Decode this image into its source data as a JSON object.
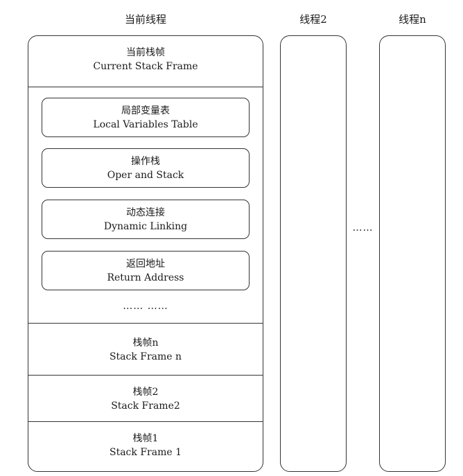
{
  "columns": {
    "current": {
      "title": "当前线程"
    },
    "thread2": {
      "title": "线程2"
    },
    "threadn": {
      "title": "线程n"
    }
  },
  "current_frame": {
    "title_zh": "当前栈帧",
    "title_en": "Current Stack Frame",
    "items": [
      {
        "zh": "局部变量表",
        "en": "Local Variables Table"
      },
      {
        "zh": "操作栈",
        "en": "Oper and Stack"
      },
      {
        "zh": "动态连接",
        "en": "Dynamic Linking"
      },
      {
        "zh": "返回地址",
        "en": "Return Address"
      }
    ],
    "ellipsis": "…… ……"
  },
  "frames": [
    {
      "zh": "栈帧n",
      "en": "Stack Frame n"
    },
    {
      "zh": "栈帧2",
      "en": "Stack Frame2"
    },
    {
      "zh": "栈帧1",
      "en": "Stack Frame 1"
    }
  ],
  "between_threads": "……"
}
